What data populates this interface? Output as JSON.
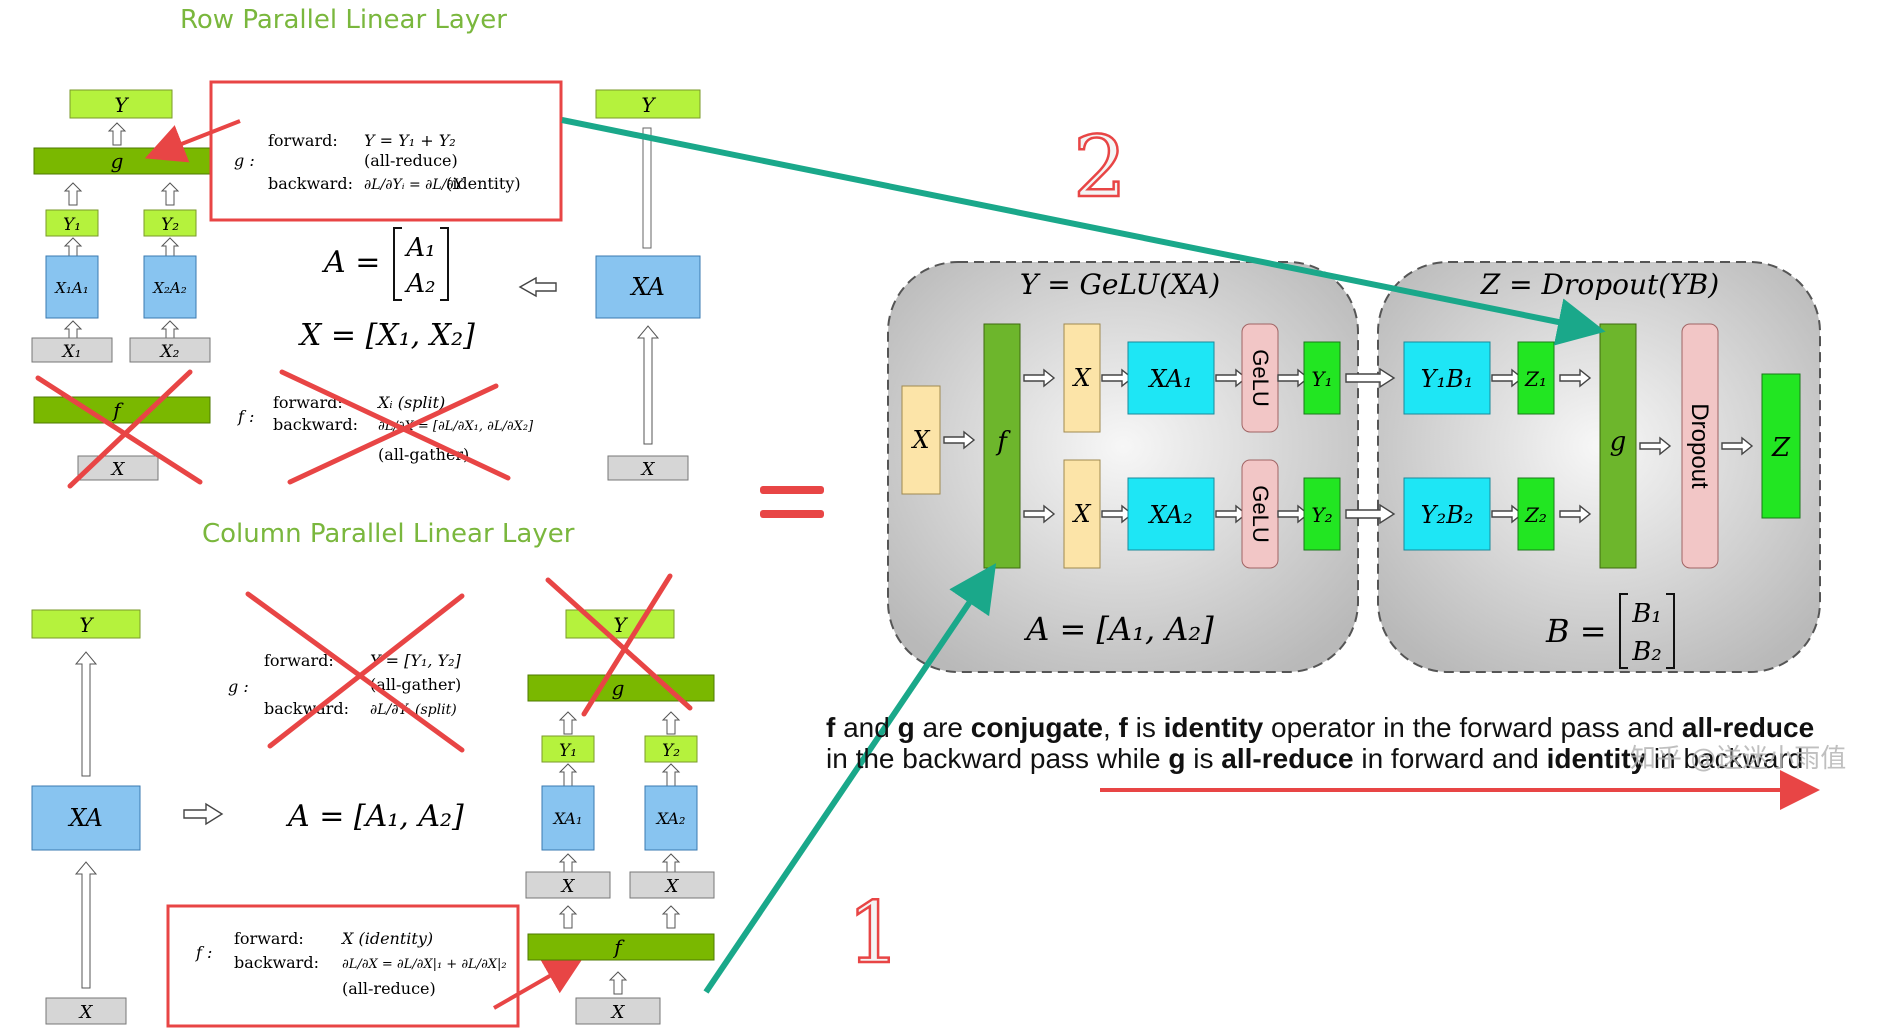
{
  "titles": {
    "row_parallel": "Row Parallel Linear Layer",
    "column_parallel": "Column Parallel Linear Layer"
  },
  "labels": {
    "Y": "Y",
    "g": "g",
    "f": "f",
    "X": "X",
    "XA": "XA",
    "Y1": "Y₁",
    "Y2": "Y₂",
    "X1A1": "X₁A₁",
    "X2A2": "X₂A₂",
    "X1": "X₁",
    "X2": "X₂",
    "XA1": "XA₁",
    "XA2": "XA₂",
    "GeLU": "GeLU",
    "Y1B1": "Y₁B₁",
    "Y2B2": "Y₂B₂",
    "Z1": "Z₁",
    "Z2": "Z₂",
    "Dropout": "Dropout",
    "Z": "Z"
  },
  "row_panel": {
    "g_box": {
      "op": "g :",
      "forward_label": "forward:",
      "forward_eq": "Y = Y₁ + Y₂",
      "forward_note": "(all-reduce)",
      "backward_label": "backward:",
      "backward_eq": "∂L/∂Yᵢ = ∂L/∂Y",
      "backward_note": "(identity)"
    },
    "eq_A": "A =",
    "A_rows": [
      "A₁",
      "A₂"
    ],
    "eq_X": "X = [X₁, X₂]",
    "f_text": {
      "op": "f :",
      "forward_label": "forward:",
      "forward_eq": "Xᵢ (split)",
      "backward_label": "backward:",
      "backward_eq": "∂L/∂X = [∂L/∂X₁, ∂L/∂X₂]",
      "backward_note": "(all-gather)"
    }
  },
  "column_panel": {
    "g_text": {
      "op": "g :",
      "forward_label": "forward:",
      "forward_eq": "Y = [Y₁, Y₂]",
      "forward_note": "(all-gather)",
      "backward_label": "backward:",
      "backward_eq": "∂L/∂Yᵢ (split)"
    },
    "eq_A": "A = [A₁, A₂]",
    "f_box": {
      "op": "f :",
      "forward_label": "forward:",
      "forward_eq": "X (identity)",
      "backward_label": "backward:",
      "backward_eq": "∂L/∂X = ∂L/∂X|₁ + ∂L/∂X|₂",
      "backward_note": "(all-reduce)"
    }
  },
  "mlp": {
    "left_title": "Y = GeLU(XA)",
    "right_title": "Z = Dropout(YB)",
    "left_eq": "A = [A₁, A₂]",
    "right_eq": "B =",
    "B_rows": [
      "B₁",
      "B₂"
    ]
  },
  "annotations": {
    "equals": "=",
    "number_1": "1",
    "number_2": "2"
  },
  "caption": {
    "line1": [
      {
        "t": "f",
        "b": true
      },
      {
        "t": " and ",
        "b": false
      },
      {
        "t": "g",
        "b": true
      },
      {
        "t": " are ",
        "b": false
      },
      {
        "t": "conjugate",
        "b": true
      },
      {
        "t": ", ",
        "b": false
      },
      {
        "t": "f",
        "b": true
      },
      {
        "t": " is ",
        "b": false
      },
      {
        "t": "identity",
        "b": true
      },
      {
        "t": " operator in the forward pass and ",
        "b": false
      },
      {
        "t": "all-reduce",
        "b": true
      }
    ],
    "line2": [
      {
        "t": "in the backward pass while ",
        "b": false
      },
      {
        "t": "g",
        "b": true
      },
      {
        "t": " is ",
        "b": false
      },
      {
        "t": "all-reduce",
        "b": true
      },
      {
        "t": " in forward and ",
        "b": false
      },
      {
        "t": "identity",
        "b": true
      },
      {
        "t": " in backward",
        "b": false
      }
    ]
  },
  "watermark": "知乎 @送迷小雨值",
  "colors": {
    "lime": "#b5f23d",
    "dark_green": "#7ab800",
    "blue": "#88c4f0",
    "gray": "#d6d6d6",
    "cyan": "#1ee6f5",
    "yellow": "#fce4a8",
    "pink": "#f2c6c6",
    "bright_green": "#22e622",
    "red": "#e84545",
    "teal": "#1aa88a"
  }
}
